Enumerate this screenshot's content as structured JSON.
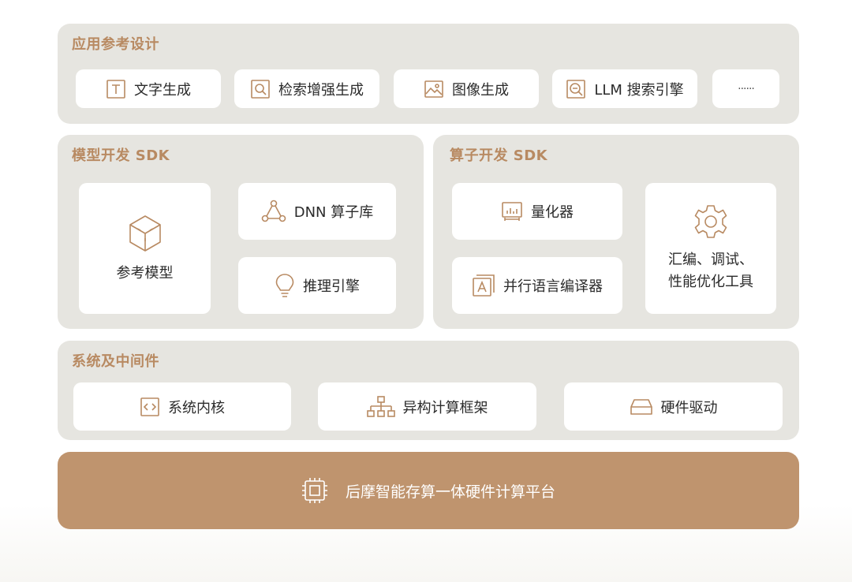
{
  "colors": {
    "accent": "#b88a62",
    "panel": "#e6e5e0",
    "card": "#ffffff",
    "base": "#bf946e"
  },
  "app_reference": {
    "title": "应用参考设计",
    "items": [
      {
        "icon": "text-icon",
        "label": "文字生成"
      },
      {
        "icon": "search-doc-icon",
        "label": "检索增强生成"
      },
      {
        "icon": "image-icon",
        "label": "图像生成"
      },
      {
        "icon": "search-engine-icon",
        "label": "LLM 搜索引擎"
      },
      {
        "icon": "more",
        "label": "······"
      }
    ]
  },
  "model_sdk": {
    "title": "模型开发 SDK",
    "items": [
      {
        "icon": "cube-icon",
        "label": "参考模型"
      },
      {
        "icon": "network-icon",
        "label": "DNN 算子库"
      },
      {
        "icon": "lightbulb-icon",
        "label": "推理引擎"
      }
    ]
  },
  "operator_sdk": {
    "title": "算子开发 SDK",
    "items": [
      {
        "icon": "quantizer-icon",
        "label": "量化器"
      },
      {
        "icon": "compiler-icon",
        "label": "并行语言编译器"
      },
      {
        "icon": "gear-icon",
        "label_line1": "汇编、调试、",
        "label_line2": "性能优化工具"
      }
    ]
  },
  "system": {
    "title": "系统及中间件",
    "items": [
      {
        "icon": "code-icon",
        "label": "系统内核"
      },
      {
        "icon": "hierarchy-icon",
        "label": "异构计算框架"
      },
      {
        "icon": "drive-icon",
        "label": "硬件驱动"
      }
    ]
  },
  "platform": {
    "icon": "chip-icon",
    "label": "后摩智能存算一体硬件计算平台"
  }
}
